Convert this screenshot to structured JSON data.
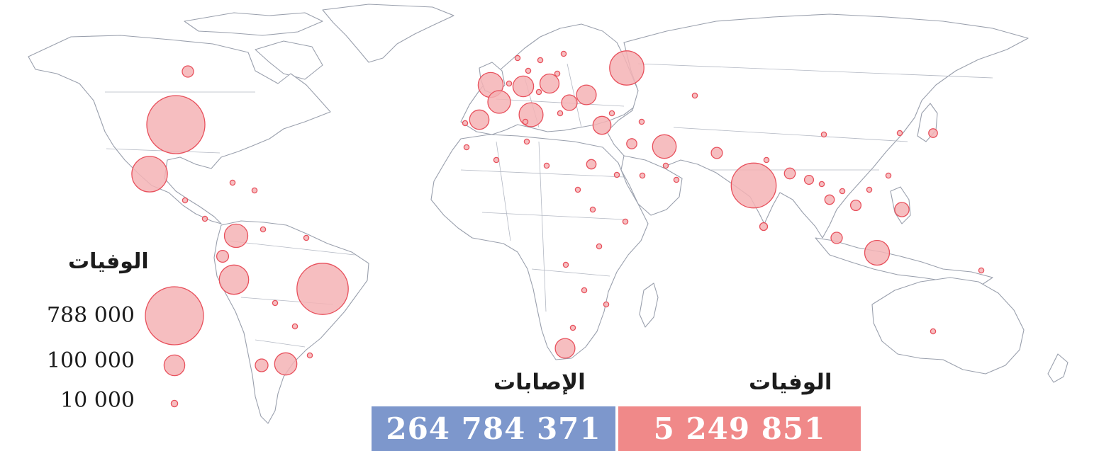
{
  "legend": {
    "title": "الوفيات",
    "items": [
      {
        "label": "788 000",
        "value": 788000
      },
      {
        "label": "100 000",
        "value": 100000
      },
      {
        "label": "10 000",
        "value": 10000
      }
    ]
  },
  "stats": {
    "deaths": {
      "label": "الوفيات",
      "value": "5 249 851",
      "color": "#f08989"
    },
    "cases": {
      "label": "الإصابات",
      "value": "264 784 371",
      "color": "#7d97cc"
    }
  },
  "regions": [
    {
      "name": "United States",
      "deaths": 788000
    },
    {
      "name": "Brazil",
      "deaths": 615000
    },
    {
      "name": "India",
      "deaths": 470000
    },
    {
      "name": "Mexico",
      "deaths": 295000
    },
    {
      "name": "Russia",
      "deaths": 275000
    },
    {
      "name": "Peru",
      "deaths": 201000
    },
    {
      "name": "United Kingdom",
      "deaths": 145000
    },
    {
      "name": "Indonesia",
      "deaths": 144000
    },
    {
      "name": "Italy",
      "deaths": 134000
    },
    {
      "name": "Iran",
      "deaths": 130000
    },
    {
      "name": "Colombia",
      "deaths": 128000
    },
    {
      "name": "France",
      "deaths": 120000
    },
    {
      "name": "Argentina",
      "deaths": 116000
    },
    {
      "name": "Ukraine",
      "deaths": 90000
    },
    {
      "name": "South Africa",
      "deaths": 90000
    },
    {
      "name": "Spain",
      "deaths": 88000
    },
    {
      "name": "Poland",
      "deaths": 85000
    },
    {
      "name": "Germany",
      "deaths": 100000
    },
    {
      "name": "Turkey",
      "deaths": 76000
    },
    {
      "name": "Philippines",
      "deaths": 48000
    },
    {
      "name": "Romania",
      "deaths": 57000
    },
    {
      "name": "Chile",
      "deaths": 38000
    },
    {
      "name": "Ecuador",
      "deaths": 33000
    },
    {
      "name": "Malaysia",
      "deaths": 30000
    },
    {
      "name": "Thailand",
      "deaths": 21000
    },
    {
      "name": "Vietnam",
      "deaths": 26000
    },
    {
      "name": "Pakistan",
      "deaths": 29000
    },
    {
      "name": "Bangladesh",
      "deaths": 28000
    },
    {
      "name": "Egypt",
      "deaths": 21000
    },
    {
      "name": "Japan",
      "deaths": 18000
    },
    {
      "name": "Canada",
      "deaths": 30000
    },
    {
      "name": "Myanmar",
      "deaths": 19000
    },
    {
      "name": "Iraq",
      "deaths": 24000
    },
    {
      "name": "Sri Lanka",
      "deaths": 14000
    }
  ]
}
